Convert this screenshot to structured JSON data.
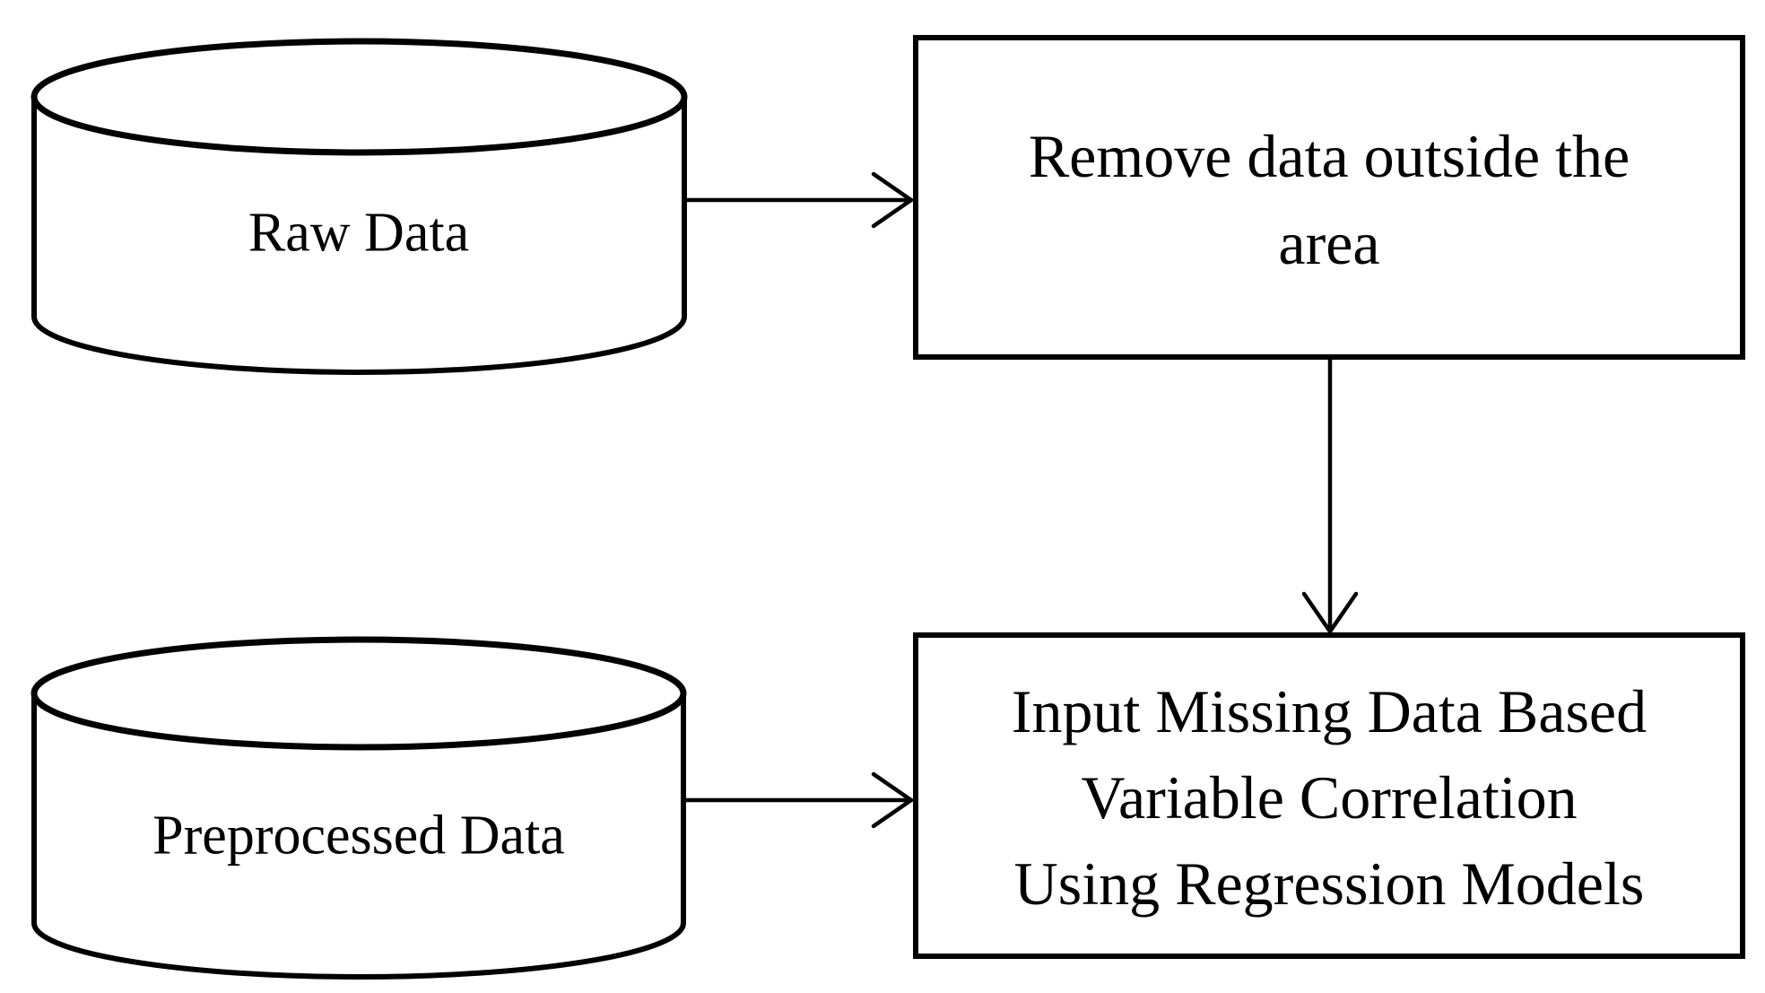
{
  "diagram": {
    "type": "flowchart",
    "colors": {
      "stroke": "#000000",
      "background": "#ffffff",
      "text": "#000000"
    },
    "nodes": {
      "raw_data": {
        "shape": "database-cylinder",
        "label": "Raw Data"
      },
      "remove_box": {
        "shape": "process-rectangle",
        "lines": [
          "Remove data outside the",
          "area"
        ]
      },
      "preprocessed": {
        "shape": "database-cylinder",
        "label": "Preprocessed Data"
      },
      "impute_box": {
        "shape": "process-rectangle",
        "lines": [
          "Input Missing Data Based",
          "Variable Correlation",
          "Using Regression Models"
        ]
      }
    },
    "edges": [
      {
        "from": "raw_data",
        "to": "remove_box",
        "direction": "right"
      },
      {
        "from": "remove_box",
        "to": "impute_box",
        "direction": "down"
      },
      {
        "from": "preprocessed",
        "to": "impute_box",
        "direction": "right"
      }
    ]
  }
}
